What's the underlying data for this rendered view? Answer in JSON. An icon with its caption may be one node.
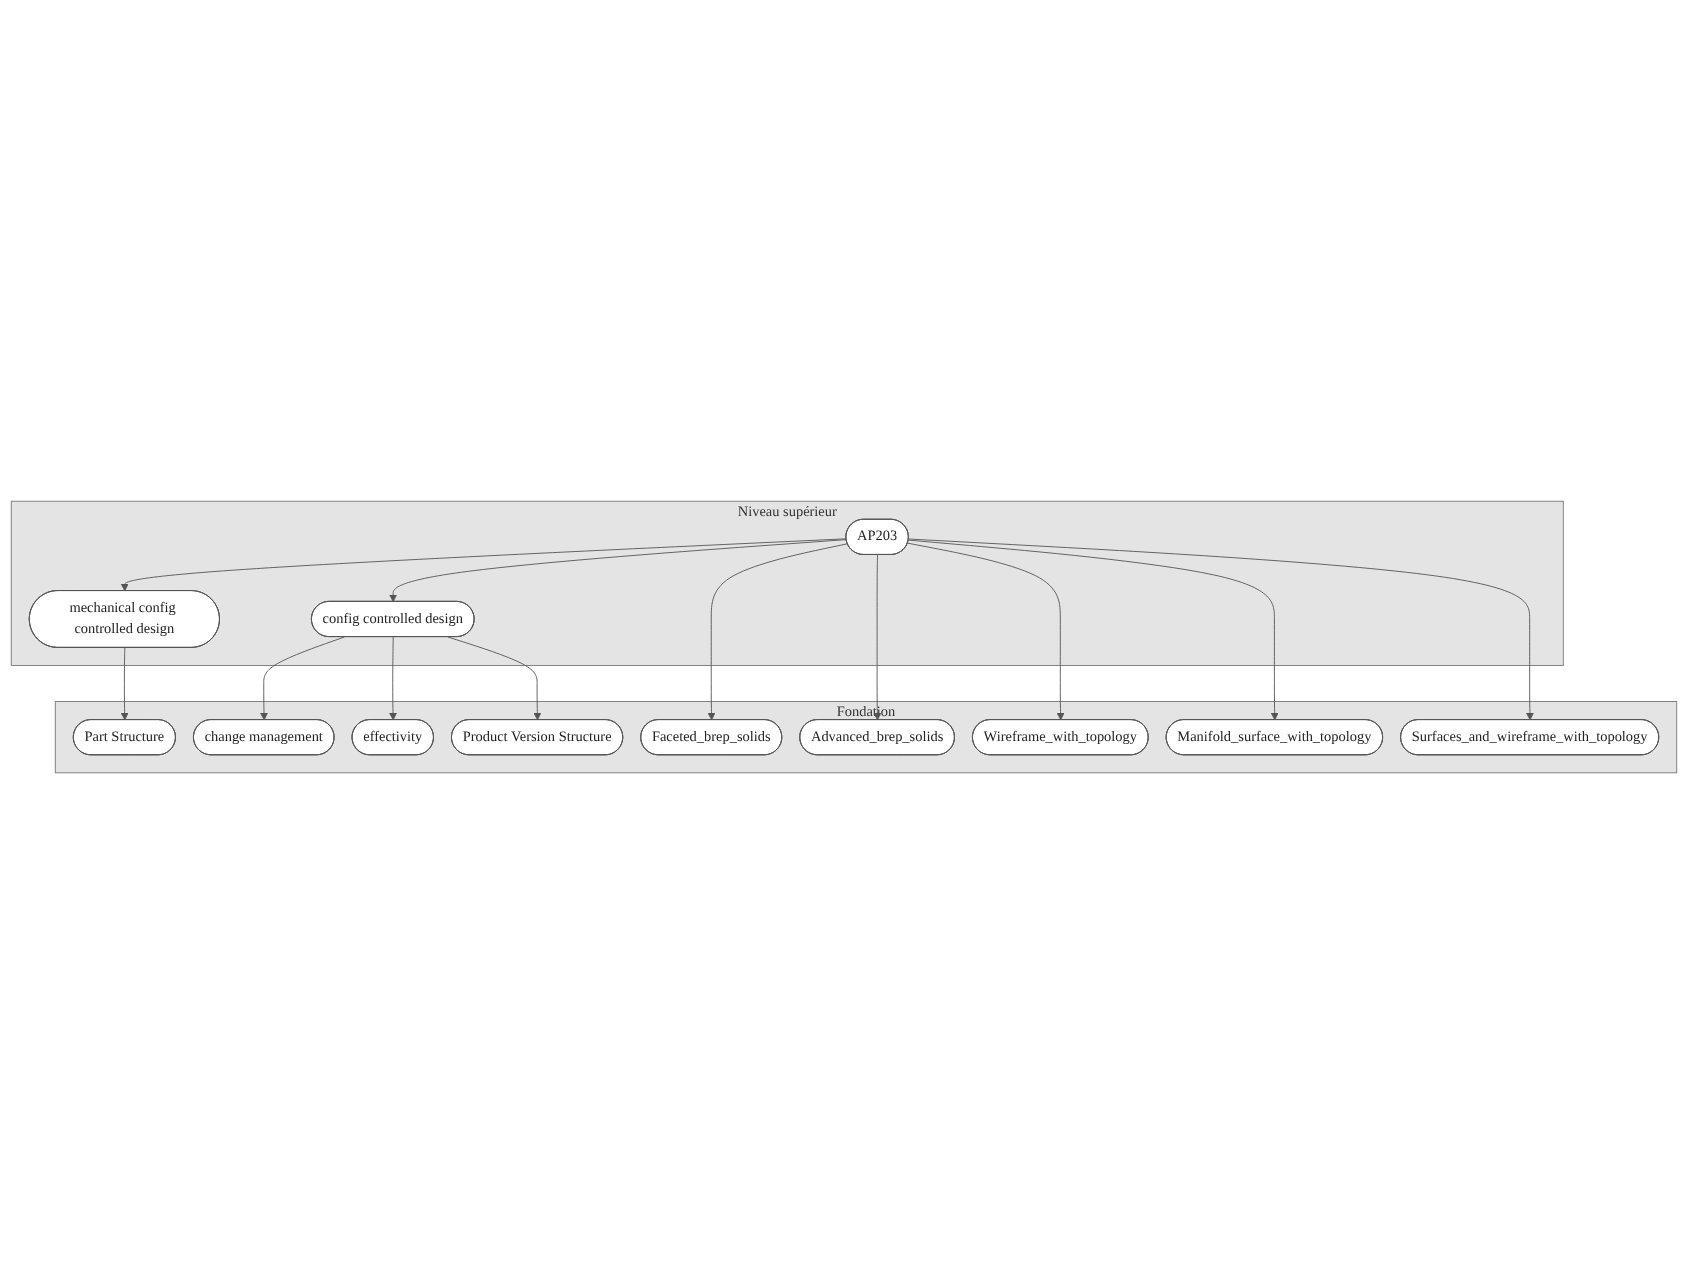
{
  "diagram": {
    "nodes": [
      {
        "text": [
          "Niveau supérieur"
        ]
      },
      {
        "text": [
          "AP203"
        ],
        "in": 0
      },
      {
        "text": [
          "mechanical config controlled design"
        ],
        "in": 0
      },
      {
        "text": [
          "config controlled design"
        ],
        "in": 0
      },
      {
        "text": [
          "Fondation"
        ]
      },
      {
        "text": [
          "Part Structure"
        ],
        "in": 4
      },
      {
        "text": [
          "change management"
        ],
        "in": 4
      },
      {
        "text": [
          "effectivity"
        ],
        "in": 4
      },
      {
        "text": [
          "Product Version Structure"
        ],
        "in": 4
      },
      {
        "text": [
          "Faceted_brep_solids"
        ],
        "in": 4
      },
      {
        "text": [
          "Advanced_brep_solids"
        ],
        "in": 4
      },
      {
        "text": [
          "Wireframe_with_topology"
        ],
        "in": 4
      },
      {
        "text": [
          "Manifold_surface_with_topology"
        ],
        "in": 4
      },
      {
        "text": [
          "Surfaces_and_wireframe_with_topology"
        ],
        "in": 4
      }
    ],
    "edges": [
      {
        "from": 1,
        "to": 3,
        "arrow": "to"
      },
      {
        "from": 1,
        "to": 2,
        "arrow": "to"
      },
      {
        "from": 2,
        "to": 5,
        "arrow": "to"
      },
      {
        "from": 3,
        "to": 6,
        "arrow": "to"
      },
      {
        "from": 3,
        "to": 7,
        "arrow": "to"
      },
      {
        "from": 3,
        "to": 8,
        "arrow": "to"
      },
      {
        "from": 1,
        "to": 9,
        "arrow": "to"
      },
      {
        "from": 1,
        "to": 10,
        "arrow": "to"
      },
      {
        "from": 1,
        "to": 11,
        "arrow": "to"
      },
      {
        "from": 1,
        "to": 12,
        "arrow": "to"
      },
      {
        "from": 1,
        "to": 13,
        "arrow": "to"
      }
    ]
  }
}
